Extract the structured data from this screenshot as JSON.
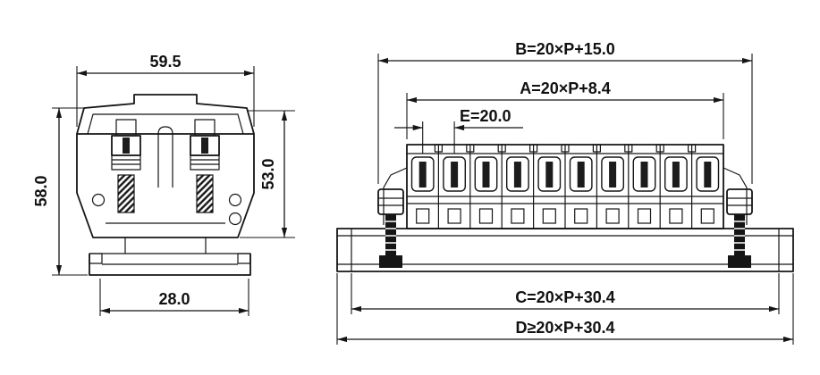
{
  "drawing": {
    "side_view": {
      "dims": {
        "top_width": "59.5",
        "left_height": "58.0",
        "right_height": "53.0",
        "bottom_width": "28.0"
      }
    },
    "front_view": {
      "module_count": 10,
      "dims": {
        "b": "B=20×P+15.0",
        "a": "A=20×P+8.4",
        "e": "E=20.0",
        "c": "C=20×P+30.4",
        "d": "D≥20×P+30.4"
      }
    },
    "colors": {
      "line": "#151515",
      "background": "#ffffff"
    }
  }
}
